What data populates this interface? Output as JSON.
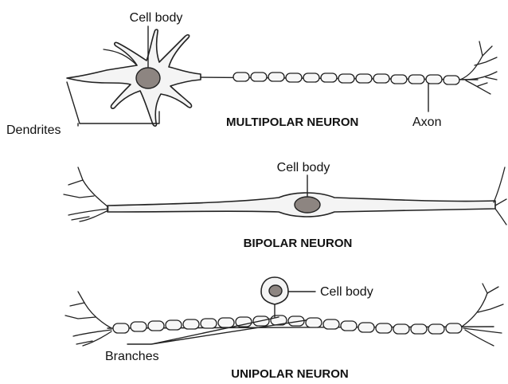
{
  "diagram": {
    "multipolar": {
      "title": "MULTIPOLAR NEURON",
      "cell_body_label": "Cell body",
      "dendrites_label": "Dendrites",
      "axon_label": "Axon"
    },
    "bipolar": {
      "title": "BIPOLAR NEURON",
      "cell_body_label": "Cell body"
    },
    "unipolar": {
      "title": "UNIPOLAR NEURON",
      "cell_body_label": "Cell body",
      "branches_label": "Branches"
    },
    "colors": {
      "nucleus": "#8d8581",
      "outline": "#222222",
      "membrane_fill": "#f4f4f4"
    }
  }
}
